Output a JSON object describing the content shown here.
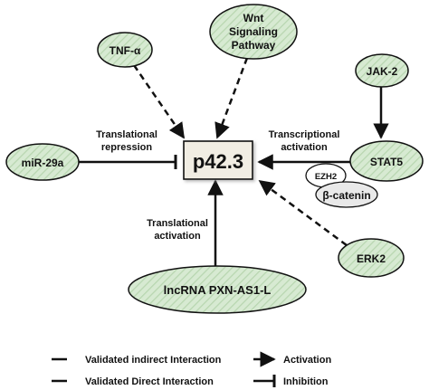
{
  "diagram": {
    "center": {
      "label": "p42.3"
    },
    "nodes": {
      "tnf": {
        "label": "TNF-α"
      },
      "wnt": {
        "lines": [
          "Wnt",
          "Signaling",
          "Pathway"
        ]
      },
      "jak2": {
        "label": "JAK-2"
      },
      "mir29a": {
        "label": "miR-29a"
      },
      "stat5": {
        "label": "STAT5"
      },
      "ezh2": {
        "label": "EZH2"
      },
      "bcatenin": {
        "label": "β-catenin"
      },
      "erk2": {
        "label": "ERK2"
      },
      "lncrna": {
        "label": "lncRNA PXN-AS1-L"
      }
    },
    "edge_labels": {
      "translational_repression": [
        "Translational",
        "repression"
      ],
      "transcriptional_activation": [
        "Transcriptional",
        "activation"
      ],
      "translational_activation": [
        "Translational",
        "activation"
      ]
    },
    "legend": {
      "indirect": "Validated indirect Interaction",
      "direct": "Validated Direct Interaction",
      "activation": "Activation",
      "inhibition": "Inhibition"
    },
    "colors": {
      "node_fill": "#d7ead2",
      "node_hatch": "#b8d6b0",
      "center_fill": "#f1ede3",
      "stroke": "#111111"
    }
  }
}
